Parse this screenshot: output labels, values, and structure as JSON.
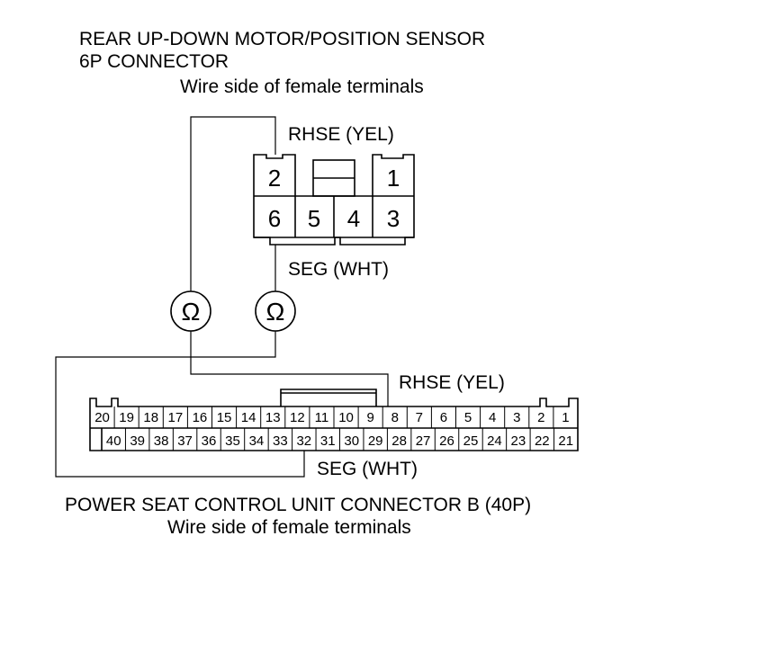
{
  "top_connector": {
    "title_line1": "REAR UP-DOWN MOTOR/POSITION SENSOR",
    "title_line2": "6P CONNECTOR",
    "subtitle": "Wire side of female terminals",
    "pins_row1": [
      "2",
      "1"
    ],
    "pins_row2": [
      "6",
      "5",
      "4",
      "3"
    ],
    "label_top": "RHSE (YEL)",
    "label_bottom": "SEG (WHT)"
  },
  "meters": {
    "symbol": "Ω"
  },
  "bottom_connector": {
    "label_top": "RHSE (YEL)",
    "label_bottom": "SEG (WHT)",
    "row1": [
      "20",
      "19",
      "18",
      "17",
      "16",
      "15",
      "14",
      "13",
      "12",
      "11",
      "10",
      "9",
      "8",
      "7",
      "6",
      "5",
      "4",
      "3",
      "2",
      "1"
    ],
    "row2": [
      "40",
      "39",
      "38",
      "37",
      "36",
      "35",
      "34",
      "33",
      "32",
      "31",
      "30",
      "29",
      "28",
      "27",
      "26",
      "25",
      "24",
      "23",
      "22",
      "21"
    ],
    "title": "POWER SEAT CONTROL UNIT CONNECTOR B (40P)",
    "subtitle": "Wire side of female terminals"
  }
}
